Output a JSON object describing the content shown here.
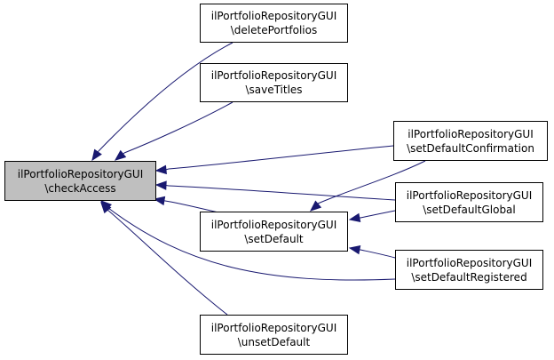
{
  "colors": {
    "edge": "#191970",
    "focus_fill": "#bfbfbf",
    "node_fill": "#ffffff",
    "border": "#000000"
  },
  "nodes": {
    "checkAccess": {
      "line1": "ilPortfolioRepositoryGUI",
      "line2": "\\checkAccess"
    },
    "deletePortfolios": {
      "line1": "ilPortfolioRepositoryGUI",
      "line2": "\\deletePortfolios"
    },
    "saveTitles": {
      "line1": "ilPortfolioRepositoryGUI",
      "line2": "\\saveTitles"
    },
    "setDefault": {
      "line1": "ilPortfolioRepositoryGUI",
      "line2": "\\setDefault"
    },
    "unsetDefault": {
      "line1": "ilPortfolioRepositoryGUI",
      "line2": "\\unsetDefault"
    },
    "setDefaultConfirmation": {
      "line1": "ilPortfolioRepositoryGUI",
      "line2": "\\setDefaultConfirmation"
    },
    "setDefaultGlobal": {
      "line1": "ilPortfolioRepositoryGUI",
      "line2": "\\setDefaultGlobal"
    },
    "setDefaultRegistered": {
      "line1": "ilPortfolioRepositoryGUI",
      "line2": "\\setDefaultRegistered"
    }
  },
  "edges": [
    {
      "from": "deletePortfolios",
      "to": "checkAccess"
    },
    {
      "from": "saveTitles",
      "to": "checkAccess"
    },
    {
      "from": "setDefaultConfirmation",
      "to": "checkAccess"
    },
    {
      "from": "setDefaultGlobal",
      "to": "checkAccess"
    },
    {
      "from": "setDefault",
      "to": "checkAccess"
    },
    {
      "from": "setDefaultRegistered",
      "to": "checkAccess"
    },
    {
      "from": "unsetDefault",
      "to": "checkAccess"
    },
    {
      "from": "setDefaultConfirmation",
      "to": "setDefault"
    },
    {
      "from": "setDefaultGlobal",
      "to": "setDefault"
    },
    {
      "from": "setDefaultRegistered",
      "to": "setDefault"
    }
  ]
}
